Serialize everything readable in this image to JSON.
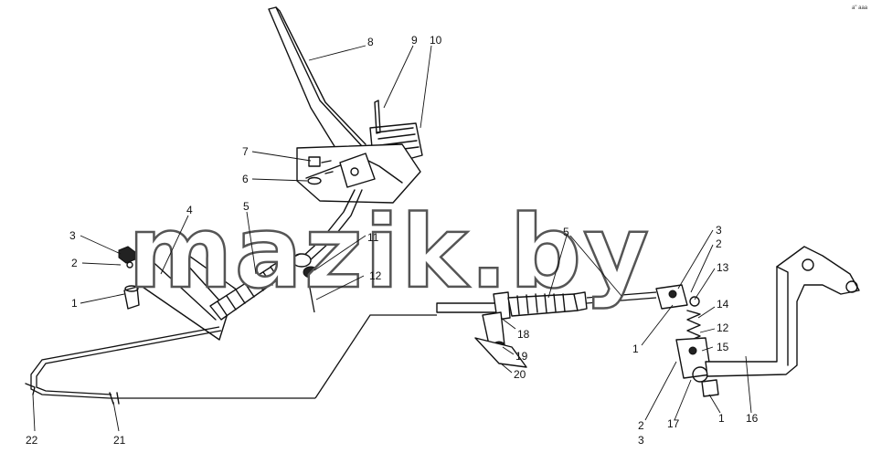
{
  "watermark": {
    "text": "mazik.by"
  },
  "corner_mark": {
    "text": "а\" ааа"
  },
  "callouts": [
    {
      "id": "c8",
      "text": "8"
    },
    {
      "id": "c9",
      "text": "9"
    },
    {
      "id": "c10",
      "text": "10"
    },
    {
      "id": "c7",
      "text": "7"
    },
    {
      "id": "c6",
      "text": "6"
    },
    {
      "id": "c4",
      "text": "4"
    },
    {
      "id": "c5a",
      "text": "5"
    },
    {
      "id": "c3a",
      "text": "3"
    },
    {
      "id": "c2a",
      "text": "2"
    },
    {
      "id": "c1a",
      "text": "1"
    },
    {
      "id": "c11",
      "text": "11"
    },
    {
      "id": "c12a",
      "text": "12"
    },
    {
      "id": "c5b",
      "text": "5"
    },
    {
      "id": "c3b",
      "text": "3"
    },
    {
      "id": "c2b",
      "text": "2"
    },
    {
      "id": "c13",
      "text": "13"
    },
    {
      "id": "c14",
      "text": "14"
    },
    {
      "id": "c12b",
      "text": "12"
    },
    {
      "id": "c15",
      "text": "15"
    },
    {
      "id": "c1b",
      "text": "1"
    },
    {
      "id": "c18",
      "text": "18"
    },
    {
      "id": "c19",
      "text": "19"
    },
    {
      "id": "c20",
      "text": "20"
    },
    {
      "id": "c2c",
      "text": "2"
    },
    {
      "id": "c3c",
      "text": "3"
    },
    {
      "id": "c17",
      "text": "17"
    },
    {
      "id": "c1c",
      "text": "1"
    },
    {
      "id": "c16",
      "text": "16"
    },
    {
      "id": "c22",
      "text": "22"
    },
    {
      "id": "c21",
      "text": "21"
    }
  ]
}
